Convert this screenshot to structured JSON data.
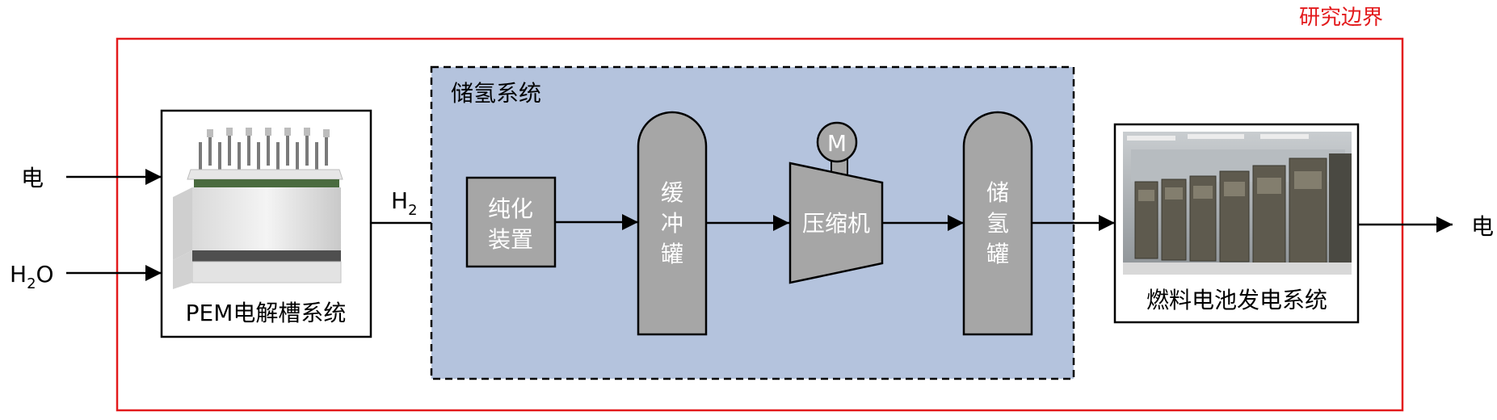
{
  "boundary": {
    "label": "研究边界",
    "color": "#e31a1c"
  },
  "inputs": {
    "electricity_label": "电",
    "water_label_main": "H",
    "water_label_sub": "2",
    "water_label_tail": "O"
  },
  "electrolyzer": {
    "label": "PEM电解槽系统"
  },
  "hydrogen_flow": {
    "label_main": "H",
    "label_sub": "2"
  },
  "storage_system": {
    "label": "储氢系统",
    "fill": "#b4c3dd",
    "purifier": {
      "line1": "纯化",
      "line2": "装置"
    },
    "buffer_tank": {
      "chars": [
        "缓",
        "冲",
        "罐"
      ]
    },
    "compressor": {
      "label": "压缩机",
      "motor_label": "M"
    },
    "storage_tank": {
      "chars": [
        "储",
        "氢",
        "罐"
      ]
    }
  },
  "fuel_cell": {
    "label": "燃料电池发电系统"
  },
  "output": {
    "electricity_label": "电"
  }
}
